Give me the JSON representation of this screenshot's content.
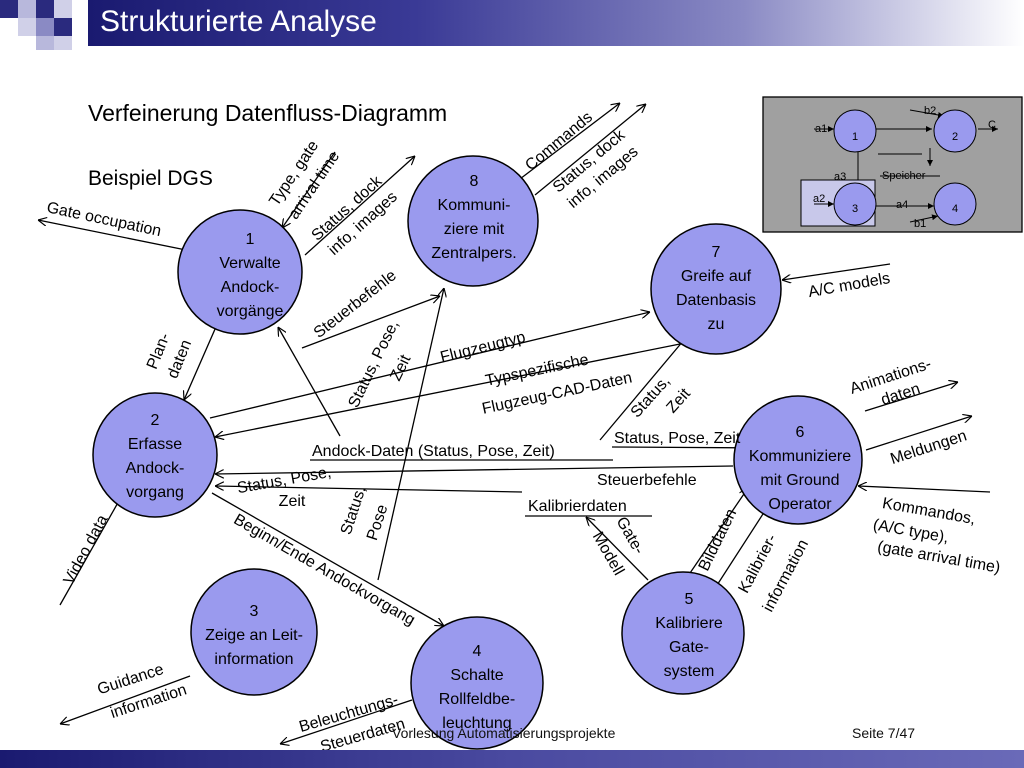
{
  "title": "Strukturierte Analyse",
  "heading": "Verfeinerung Datenfluss-Diagramm",
  "subheading": "Beispiel DGS",
  "footer": {
    "left": "Vorlesung Automatisierungsprojekte",
    "right": "Seite 7/47"
  },
  "nodes": [
    {
      "num": "1",
      "lines": [
        "Verwalte",
        "Andock-",
        "vorgänge"
      ]
    },
    {
      "num": "2",
      "lines": [
        "Erfasse",
        "Andock-",
        "vorgang"
      ]
    },
    {
      "num": "3",
      "lines": [
        "Zeige an Leit-",
        "information"
      ]
    },
    {
      "num": "4",
      "lines": [
        "Schalte",
        "Rollfeldbe-",
        "leuchtung"
      ]
    },
    {
      "num": "5",
      "lines": [
        "Kalibriere",
        "Gate-",
        "system"
      ]
    },
    {
      "num": "6",
      "lines": [
        "Kommuniziere",
        "mit Ground",
        "Operator"
      ]
    },
    {
      "num": "7",
      "lines": [
        "Greife auf",
        "Datenbasis",
        "zu"
      ]
    },
    {
      "num": "8",
      "lines": [
        "Kommuni-",
        "ziere mit",
        "Zentralpers."
      ]
    }
  ],
  "stores": {
    "andock": "Andock-Daten (Status, Pose, Zeit)",
    "kalibrier": "Kalibrierdaten"
  },
  "labels": {
    "gate_occupation": "Gate occupation",
    "type_gate_1": "Type, gate",
    "type_gate_2": "arrival time",
    "status_dock_1": "Status, dock",
    "status_dock_2": "info, images",
    "commands": "Commands",
    "status_dock_r1": "Status, dock",
    "status_dock_r2": "info, images",
    "steuerbefehle_diag": "Steuerbefehle",
    "plan_1": "Plan-",
    "plan_2": "daten",
    "status_pose_zeit_1": "Status, Pose,",
    "status_pose_zeit_2": "Zeit",
    "flugzeugtyp": "Flugzeugtyp",
    "typspez_1": "Typspezifische",
    "typspez_2": "Flugzeug-CAD-Daten",
    "ac_models": "A/C models",
    "status_zeit_1": "Status,",
    "status_zeit_2": "Zeit",
    "status_pose_zeit_h": "Status, Pose, Zeit",
    "animations_1": "Animations-",
    "animations_2": "daten",
    "meldungen": "Meldungen",
    "steuerbefehle_h": "Steuerbefehle",
    "status_pose_zeit_l1": "Status, Pose,",
    "status_pose_zeit_l2": "Zeit",
    "status_pose_v1": "Status,",
    "status_pose_v2": "Pose",
    "kommandos_1": "Kommandos,",
    "kommandos_2": "(A/C type),",
    "kommandos_3": "(gate arrival time)",
    "video_data": "Video data",
    "beginn_ende": "Beginn/Ende Andockvorgang",
    "gate_modell_1": "Gate-",
    "gate_modell_2": "Modell",
    "bilddaten": "Bilddaten",
    "kalibrier_info_1": "Kalibrier-",
    "kalibrier_info_2": "information",
    "guidance_1": "Guidance",
    "guidance_2": "information",
    "beleuchtung_1": "Beleuchtungs-",
    "beleuchtung_2": "Steuerdaten"
  },
  "mini": {
    "a1": "a1",
    "b2": "b2",
    "c": "C",
    "a3": "a3",
    "speicher": "Speicher",
    "a2": "a2",
    "a4": "a4",
    "b1": "b1",
    "n1": "1",
    "n2": "2",
    "n3": "3",
    "n4": "4"
  }
}
